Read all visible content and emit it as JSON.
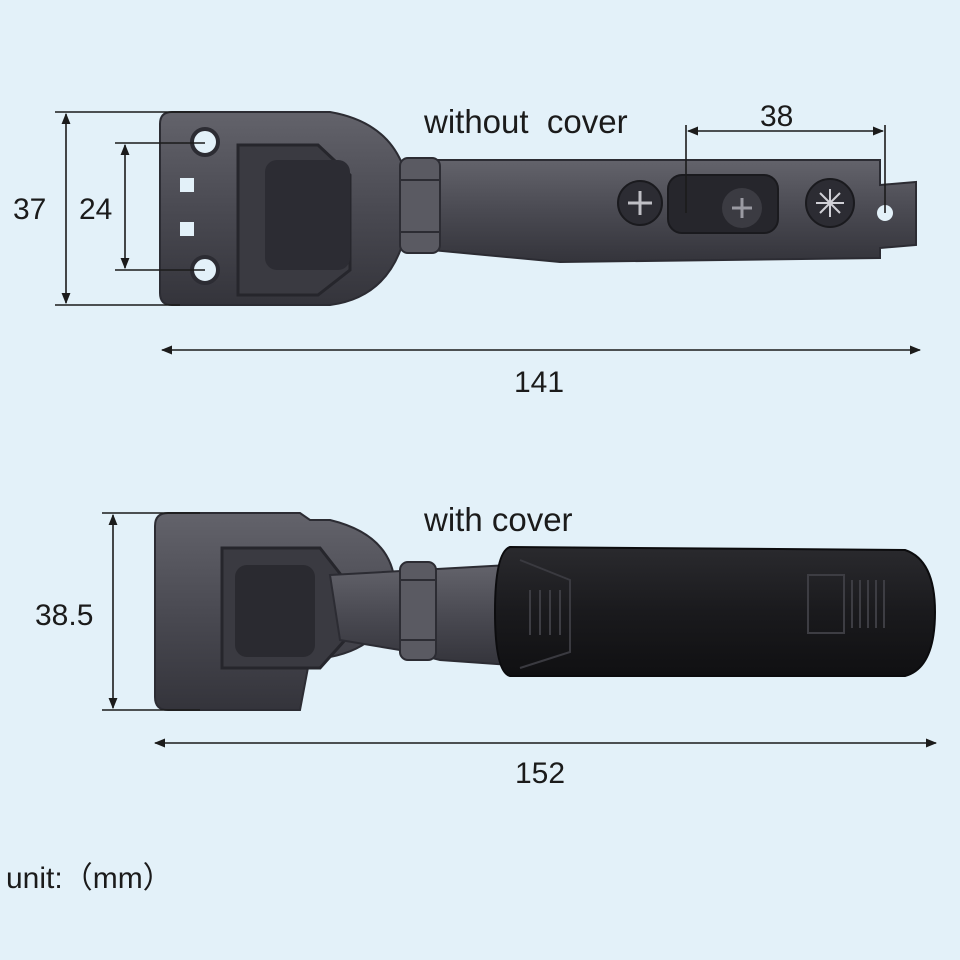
{
  "top_caption": "without  cover",
  "bottom_caption": "with cover",
  "dimensions": {
    "top_height_outer": "37",
    "top_height_inner": "24",
    "top_slot_width": "38",
    "top_length": "141",
    "bottom_height": "38.5",
    "bottom_length": "152"
  },
  "unit_label": "unit:（mm）",
  "colors": {
    "background": "#e3f1f9",
    "metal": "#4a4a52",
    "metal_dark": "#2c2c33",
    "cover": "#1c1c1f",
    "dim_line": "#1b1b1b"
  }
}
